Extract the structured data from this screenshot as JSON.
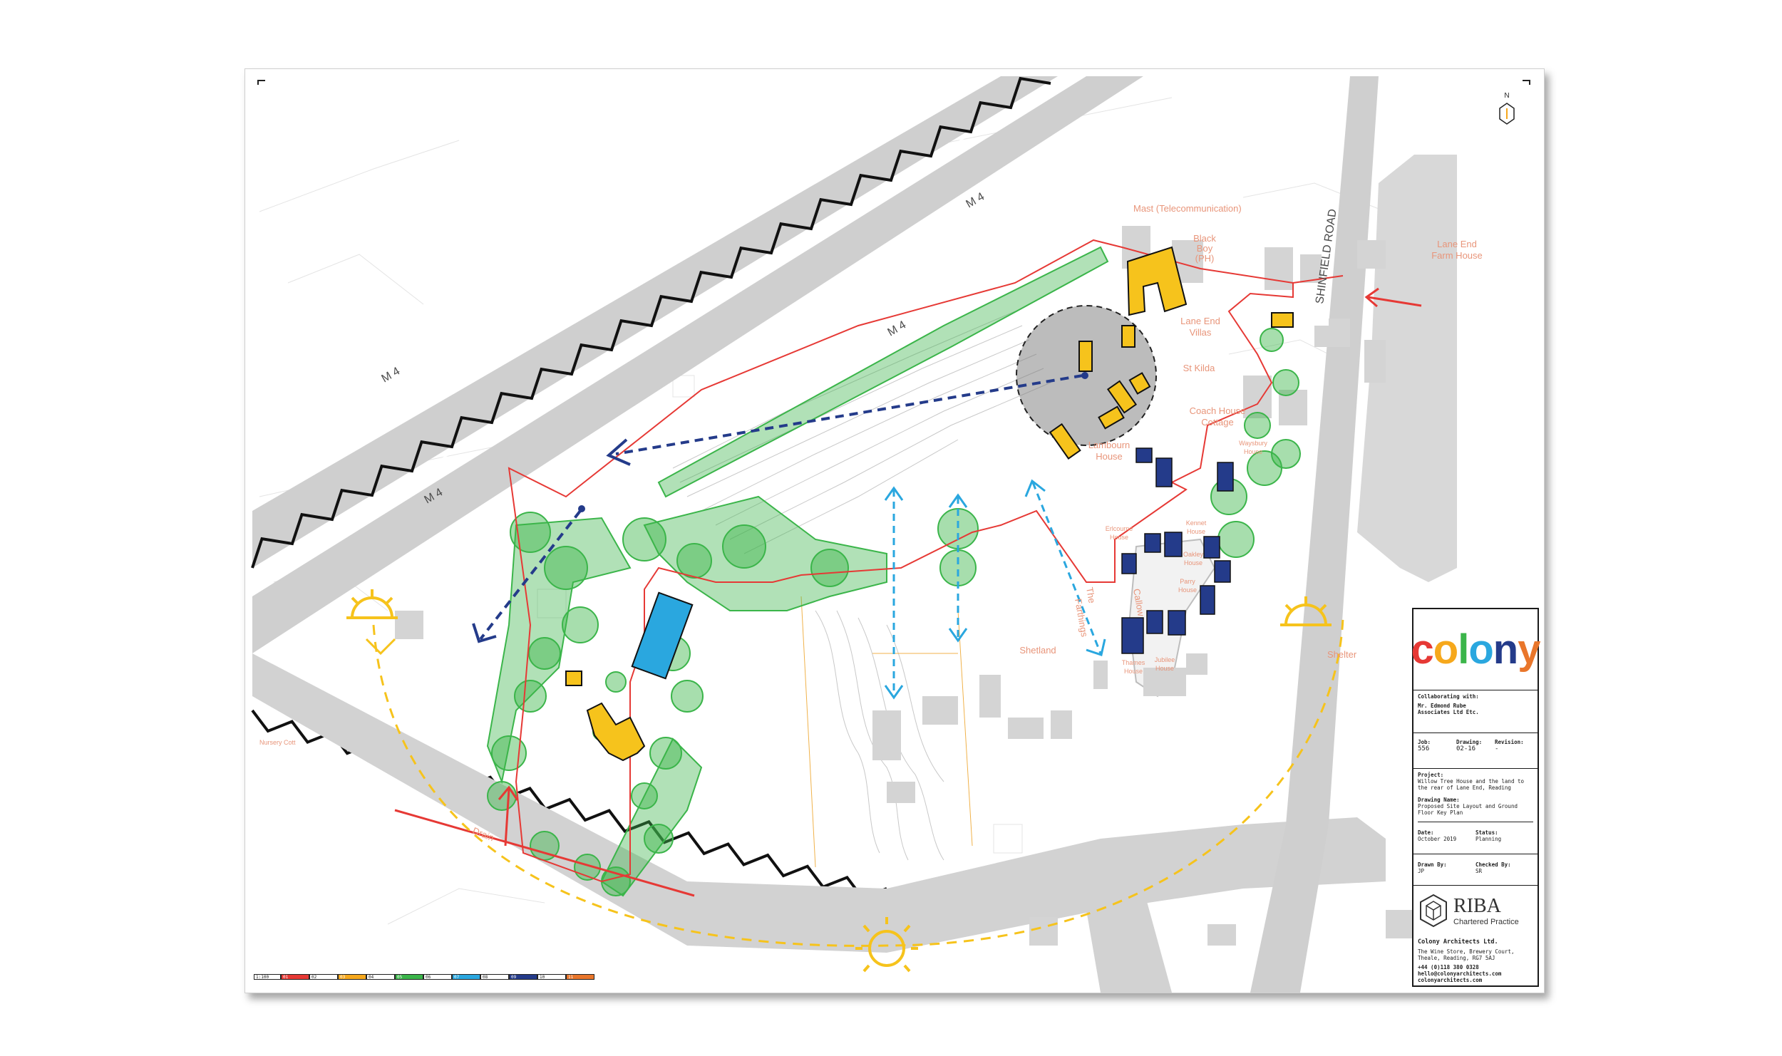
{
  "labels": {
    "mast": "Mast (Telecommunication)",
    "black_boy_1": "Black",
    "black_boy_2": "Boy",
    "black_boy_3": "(PH)",
    "lane_end_farm_1": "Lane End",
    "lane_end_farm_2": "Farm House",
    "shinfield_road": "SHINFIELD ROAD",
    "lane_end_villas_1": "Lane End",
    "lane_end_villas_2": "Villas",
    "st_kilda": "St Kilda",
    "coach_house_1": "Coach House",
    "coach_house_2": "Cottage",
    "lambourn_1": "Lambourn",
    "lambourn_2": "House",
    "waysbury_1": "Waysbury",
    "waysbury_2": "House",
    "erlcourne_1": "Erlcourne",
    "erlcourne_2": "House",
    "callow": "Callow",
    "kennet_1": "Kennet",
    "kennet_2": "House",
    "oakley_1": "Oakley",
    "oakley_2": "House",
    "parry_1": "Parry",
    "parry_2": "House",
    "the_farthings_1": "The",
    "the_farthings_2": "Farthings",
    "shetland": "Shetland",
    "thames_1": "Thames",
    "thames_2": "House",
    "jubilee_1": "Jubilee",
    "jubilee_2": "House",
    "shelter": "Shelter",
    "drain": "Drain",
    "nursery": "Nursery Cott",
    "m4_a": "M 4",
    "m4_b": "M 4",
    "m4_c": "M 4",
    "m4_d": "M 4"
  },
  "title_block": {
    "logo_letters": [
      "c",
      "o",
      "l",
      "o",
      "n",
      "y"
    ],
    "logo_colors": [
      "#e63935",
      "#f6a81c",
      "#3bb54a",
      "#2aa7df",
      "#243b8a",
      "#e9762b"
    ],
    "collab_label": "Collaborating with:",
    "collab_value_1": "Mr. Edmond Rube",
    "collab_value_2": "Associates Ltd Etc.",
    "job_label": "Job:",
    "job_value": "556",
    "drawing_label": "Drawing:",
    "drawing_value": "02-16",
    "revision_label": "Revision:",
    "revision_value": "-",
    "project_label": "Project:",
    "project_value": "Willow Tree House and the land to the rear of Lane End, Reading",
    "drawing_name_label": "Drawing Name:",
    "drawing_name_value": "Proposed Site Layout and Ground Floor Key Plan",
    "date_label": "Date:",
    "date_value": "October 2019",
    "status_label": "Status:",
    "status_value": "Planning",
    "drawn_label": "Drawn By:",
    "drawn_value": "JP",
    "checked_label": "Checked By:",
    "checked_value": "SR",
    "riba": "RIBA",
    "riba_sub": "Chartered Practice",
    "firm": "Colony Architects Ltd.",
    "address_1": "The Wine Store, Brewery Court,",
    "address_2": "Theale, Reading, RG7 5AJ",
    "phone": "+44 (0)118 380 0328",
    "email": "hello@colonyarchitects.com",
    "web": "colonyarchitects.com"
  },
  "scalebar": {
    "scale": "1:100",
    "cells": [
      "01",
      "02",
      "03",
      "04",
      "05",
      "06",
      "07",
      "08",
      "09",
      "10",
      "11"
    ],
    "colors": [
      "#ffffff",
      "#e63935",
      "#ffffff",
      "#f6a81c",
      "#ffffff",
      "#3bb54a",
      "#ffffff",
      "#2aa7df",
      "#ffffff",
      "#243b8a",
      "#ffffff",
      "#e9762b"
    ]
  },
  "north": "N",
  "colors": {
    "road": "#c9c9c9",
    "boundary": "#e63935",
    "trees": "#3bb54a",
    "proposed": "#f6c31c",
    "existing_dark": "#243b8a",
    "existing_light": "#2aa7df",
    "sun": "#f6c31c"
  }
}
